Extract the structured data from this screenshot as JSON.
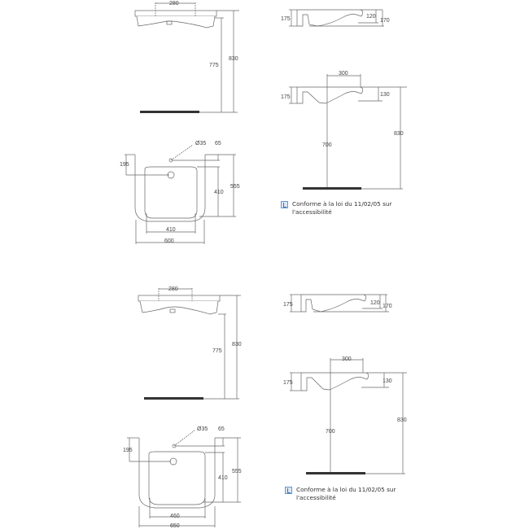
{
  "drawings": [
    {
      "id": "set-600",
      "front_view": {
        "tap_spacing": "280",
        "height_bottom": "775",
        "height_top": "830"
      },
      "side_view_1": {
        "depth": "175",
        "rim_inner": "120",
        "rim_outer": "170"
      },
      "side_view_2": {
        "projection": "300",
        "depth": "175",
        "rim": "130",
        "knee_clearance": "700",
        "height_top": "830"
      },
      "top_view": {
        "tap_hole": "Ø35",
        "tap_offset": "65",
        "drain_offset": "195",
        "bowl_depth": "410",
        "total_depth": "555",
        "bowl_width": "410",
        "total_width": "600"
      },
      "note": "Conforme à la loi du 11/02/05 sur l'accessibilité"
    },
    {
      "id": "set-650",
      "front_view": {
        "tap_spacing": "280",
        "height_bottom": "775",
        "height_top": "830"
      },
      "side_view_1": {
        "depth": "175",
        "rim_inner": "120",
        "rim_outer": "170"
      },
      "side_view_2": {
        "projection": "300",
        "depth": "175",
        "rim": "130",
        "knee_clearance": "700",
        "height_top": "830"
      },
      "top_view": {
        "tap_hole": "Ø35",
        "tap_offset": "65",
        "drain_offset": "195",
        "bowl_depth": "410",
        "total_depth": "555",
        "bowl_width": "460",
        "total_width": "650"
      },
      "note": "Conforme à la loi du 11/02/05 sur l'accessibilité"
    }
  ],
  "icons": {
    "accessibility": "wheelchair-icon"
  },
  "colors": {
    "line": "#555555",
    "floor": "#333333",
    "icon_border": "#6a95c9"
  }
}
